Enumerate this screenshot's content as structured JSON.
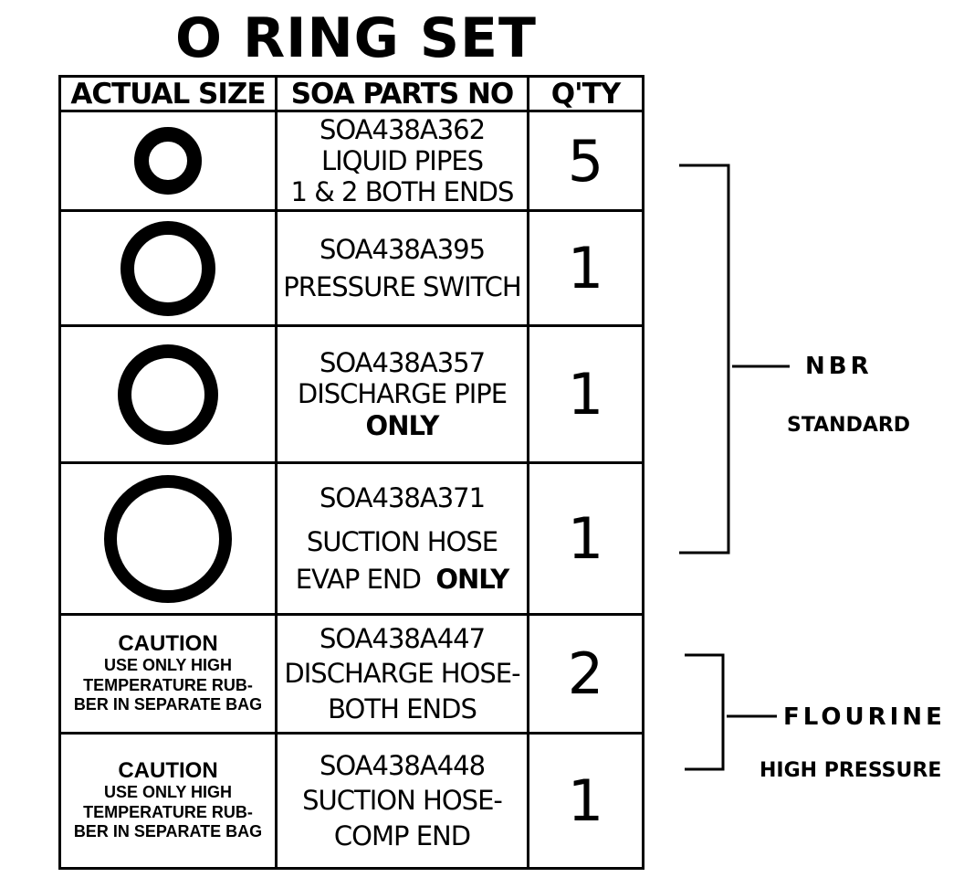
{
  "title": "O RING SET",
  "headers": {
    "size": "ACTUAL SIZE",
    "part": "SOA PARTS NO",
    "qty": "Q'TY"
  },
  "rows": [
    {
      "part_no": "SOA438A362",
      "desc1": "LIQUID PIPES",
      "desc2": "1 & 2 BOTH ENDS",
      "desc2_bold": "",
      "qty": "5"
    },
    {
      "part_no": "SOA438A395",
      "desc1": "PRESSURE SWITCH",
      "desc2": "",
      "desc2_bold": "",
      "qty": "1"
    },
    {
      "part_no": "SOA438A357",
      "desc1": "DISCHARGE PIPE",
      "desc2": "",
      "desc2_bold": "ONLY",
      "qty": "1"
    },
    {
      "part_no": "SOA438A371",
      "desc1": "SUCTION HOSE",
      "desc2": "EVAP END",
      "desc2_bold": "ONLY",
      "qty": "1"
    },
    {
      "part_no": "SOA438A447",
      "desc1": "DISCHARGE HOSE-",
      "desc2": "BOTH ENDS",
      "desc2_bold": "",
      "qty": "2",
      "caution_title": "CAUTION",
      "caution_lines": [
        "USE ONLY HIGH",
        "TEMPERATURE RUB-",
        "BER IN SEPARATE BAG"
      ]
    },
    {
      "part_no": "SOA438A448",
      "desc1": "SUCTION HOSE-",
      "desc2": "COMP END",
      "desc2_bold": "",
      "qty": "1",
      "caution_title": "CAUTION",
      "caution_lines": [
        "USE ONLY HIGH",
        "TEMPERATURE RUB-",
        "BER IN SEPARATE BAG"
      ]
    }
  ],
  "groups": {
    "nbr": {
      "name": "NBR",
      "sub": "STANDARD"
    },
    "flourine": {
      "name": "FLOURINE",
      "sub": "HIGH PRESSURE"
    }
  }
}
